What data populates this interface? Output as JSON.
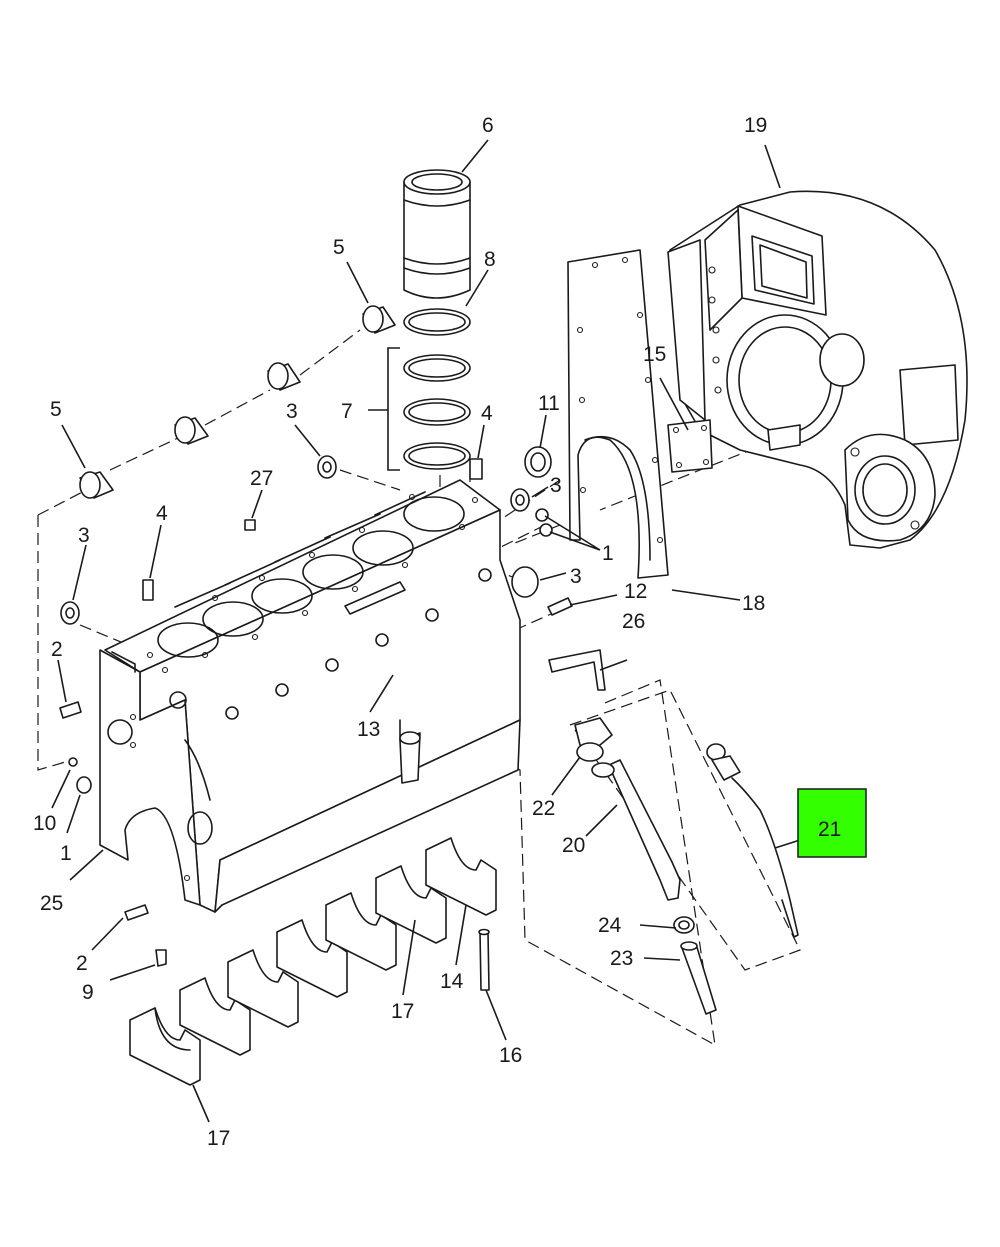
{
  "highlight_color": "#33ff00",
  "highlighted_part": "21",
  "callouts": {
    "c1a": "1",
    "c1b": "1",
    "c2a": "2",
    "c2b": "2",
    "c3a": "3",
    "c3b": "3",
    "c3c": "3",
    "c3d": "3",
    "c4a": "4",
    "c4b": "4",
    "c5a": "5",
    "c5b": "5",
    "c6": "6",
    "c7": "7",
    "c8": "8",
    "c9": "9",
    "c10": "10",
    "c11": "11",
    "c12": "12",
    "c13": "13",
    "c14": "14",
    "c15": "15",
    "c16": "16",
    "c17a": "17",
    "c17b": "17",
    "c18": "18",
    "c19": "19",
    "c20": "20",
    "c21": "21",
    "c22": "22",
    "c23": "23",
    "c24": "24",
    "c25": "25",
    "c26": "26",
    "c27": "27"
  }
}
